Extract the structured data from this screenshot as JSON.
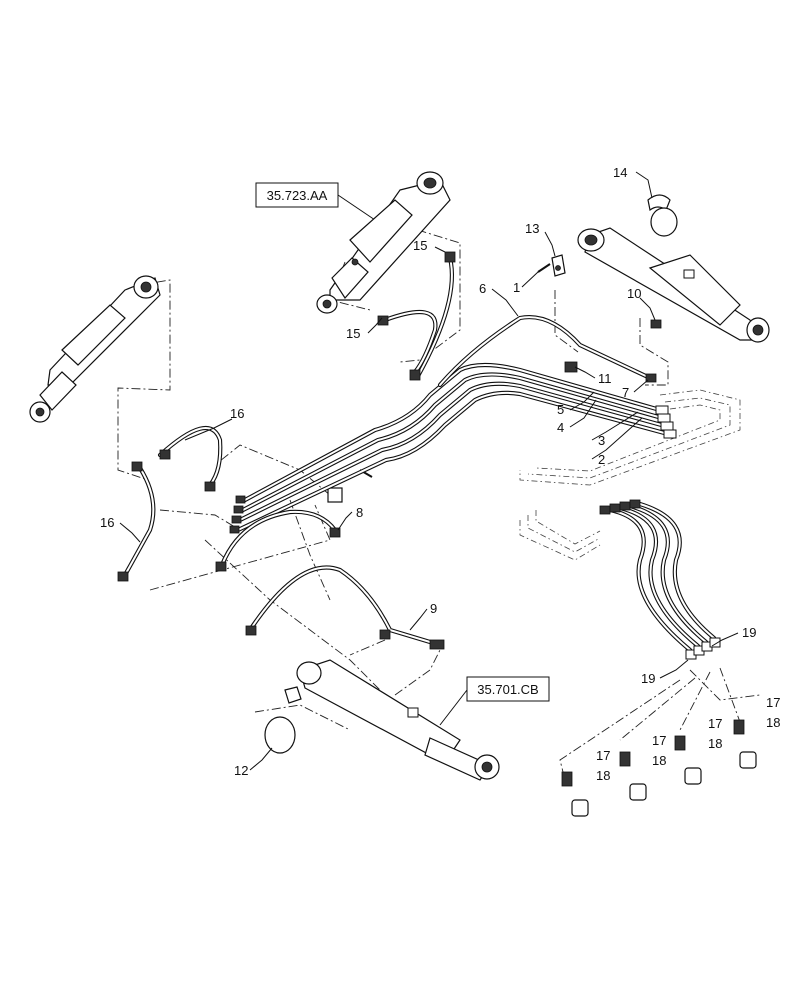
{
  "references": {
    "upper": "35.723.AA",
    "lower": "35.701.CB"
  },
  "callouts": [
    "1",
    "2",
    "3",
    "4",
    "5",
    "6",
    "7",
    "8",
    "9",
    "10",
    "11",
    "12",
    "13",
    "14",
    "15",
    "15",
    "16",
    "16",
    "17",
    "17",
    "17",
    "17",
    "18",
    "18",
    "18",
    "18",
    "19",
    "19"
  ]
}
